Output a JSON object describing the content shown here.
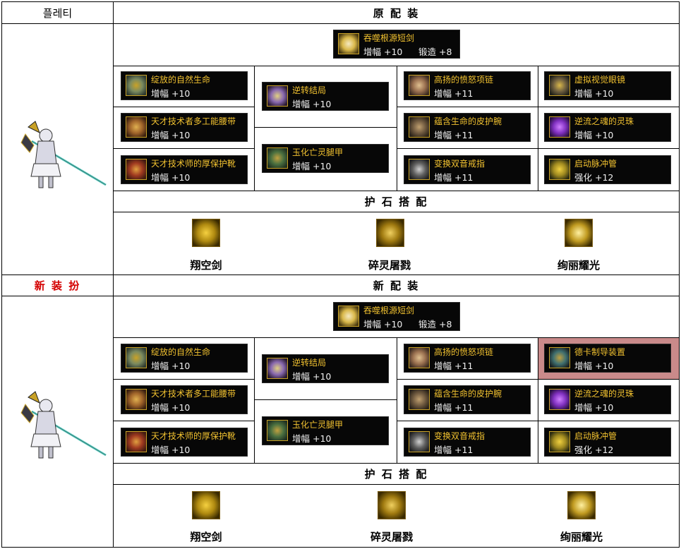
{
  "sections": [
    {
      "left_label": "플레티",
      "header": "原 配 装",
      "weapon": {
        "name": "吞噬根源短剑",
        "level": "增幅 +10",
        "forge": "锻造 +8",
        "icon": "dagger-icon"
      },
      "col1": [
        {
          "name": "绽放的自然生命",
          "level": "增幅 +10",
          "icon": "armor-top-icon"
        },
        {
          "name": "天才技术者多工能腰带",
          "level": "增幅 +10",
          "icon": "belt-icon"
        },
        {
          "name": "天才技术师的厚保护靴",
          "level": "增幅 +10",
          "icon": "boots-icon"
        }
      ],
      "col2": [
        {
          "name": "逆转结局",
          "level": "增幅 +10",
          "icon": "shoulder-icon"
        },
        {
          "name": "玉化亡灵腿甲",
          "level": "增幅 +10",
          "icon": "leg-armor-icon"
        }
      ],
      "col3": [
        {
          "name": "高扬的愤怒项链",
          "level": "增幅 +11",
          "icon": "necklace-icon"
        },
        {
          "name": "蕴含生命的皮护腕",
          "level": "增幅 +11",
          "icon": "bracelet-icon"
        },
        {
          "name": "变换双音戒指",
          "level": "增幅 +11",
          "icon": "ring-icon"
        }
      ],
      "col4": [
        {
          "name": "虚拟视觉眼镜",
          "level": "增幅 +10",
          "icon": "goggles-icon"
        },
        {
          "name": "逆流之魂的灵珠",
          "level": "增幅 +10",
          "icon": "orb-icon"
        },
        {
          "name": "启动脉冲管",
          "level": "强化 +12",
          "icon": "tube-icon"
        }
      ],
      "stone_header": "护 石 搭 配",
      "stones": [
        {
          "name": "翔空剑",
          "icon": "sword-rune-icon"
        },
        {
          "name": "碎灵屠戮",
          "icon": "slash-rune-icon"
        },
        {
          "name": "绚丽耀光",
          "icon": "light-rune-icon"
        }
      ]
    },
    {
      "left_label": "新 装 扮",
      "header": "新 配 装",
      "weapon": {
        "name": "吞噬根源短剑",
        "level": "增幅 +10",
        "forge": "锻造 +8",
        "icon": "dagger-icon"
      },
      "col1": [
        {
          "name": "绽放的自然生命",
          "level": "增幅 +10",
          "icon": "armor-top-icon"
        },
        {
          "name": "天才技术者多工能腰带",
          "level": "增幅 +10",
          "icon": "belt-icon"
        },
        {
          "name": "天才技术师的厚保护靴",
          "level": "增幅 +10",
          "icon": "boots-icon"
        }
      ],
      "col2": [
        {
          "name": "逆转结局",
          "level": "增幅 +10",
          "icon": "shoulder-icon"
        },
        {
          "name": "玉化亡灵腿甲",
          "level": "增幅 +10",
          "icon": "leg-armor-icon"
        }
      ],
      "col3": [
        {
          "name": "高扬的愤怒项链",
          "level": "增幅 +11",
          "icon": "necklace-icon"
        },
        {
          "name": "蕴含生命的皮护腕",
          "level": "增幅 +11",
          "icon": "bracelet-icon"
        },
        {
          "name": "变换双音戒指",
          "level": "增幅 +11",
          "icon": "ring-icon"
        }
      ],
      "col4": [
        {
          "name": "德卡制导装置",
          "level": "增幅 +10",
          "icon": "device-icon",
          "highlight": true
        },
        {
          "name": "逆流之魂的灵珠",
          "level": "增幅 +10",
          "icon": "orb-icon"
        },
        {
          "name": "启动脉冲管",
          "level": "强化 +12",
          "icon": "tube-icon"
        }
      ],
      "stone_header": "护 石 搭 配",
      "stones": [
        {
          "name": "翔空剑",
          "icon": "sword-rune-icon"
        },
        {
          "name": "碎灵屠戮",
          "icon": "slash-rune-icon"
        },
        {
          "name": "绚丽耀光",
          "icon": "light-rune-icon"
        }
      ]
    }
  ],
  "colors": {
    "item_name": "#f2c230",
    "item_level": "#f0f0f0",
    "card_bg": "#070707",
    "highlight": "#c98a8a",
    "new_label": "#d40000"
  }
}
